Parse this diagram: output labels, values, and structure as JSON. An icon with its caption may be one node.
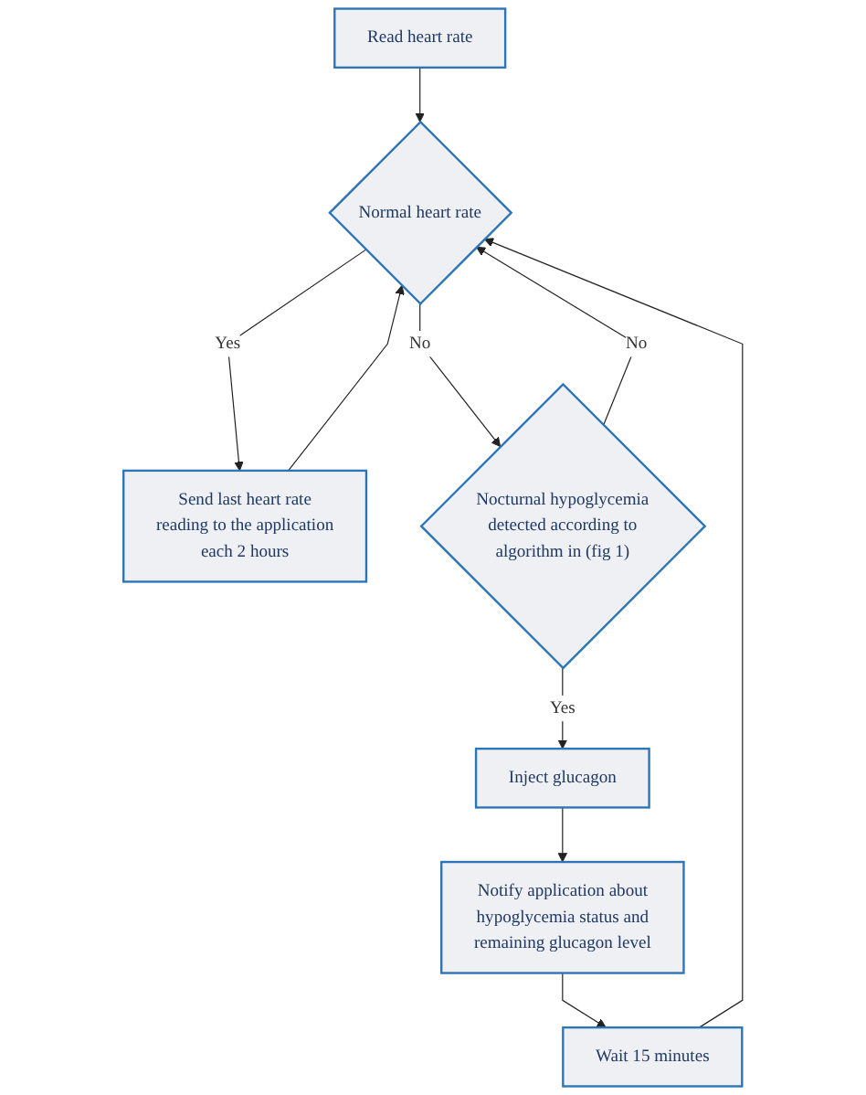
{
  "diagram": {
    "nodes": [
      {
        "text": [
          "Read heart rate"
        ]
      },
      {
        "text": [
          "Normal heart rate"
        ]
      },
      {
        "text": [
          "Send last heart rate reading to the application each 2 hours"
        ]
      },
      {
        "text": [
          "Nocturnal hypoglycemia detected according to algorithm in (fig 1)"
        ]
      },
      {
        "text": [
          "Inject glucagon"
        ]
      },
      {
        "text": [
          "Notify application about hypoglycemia status and remaining glucagon level"
        ]
      },
      {
        "text": [
          "Wait 15 minutes"
        ]
      }
    ],
    "edges": [
      {
        "from": 0,
        "to": 1,
        "arrow": "to"
      },
      {
        "from": 1,
        "to": 2,
        "label": "Yes",
        "arrow": "to"
      },
      {
        "from": 1,
        "to": 3,
        "label": "No",
        "arrow": "to"
      },
      {
        "from": 2,
        "to": 1,
        "arrow": "to"
      },
      {
        "from": 3,
        "to": 1,
        "label": "No",
        "arrow": "to"
      },
      {
        "from": 3,
        "to": 4,
        "label": "Yes",
        "arrow": "to"
      },
      {
        "from": 4,
        "to": 5,
        "arrow": "to"
      },
      {
        "from": 5,
        "to": 6,
        "arrow": "to"
      },
      {
        "from": 6,
        "to": 1,
        "arrow": "to"
      }
    ]
  }
}
